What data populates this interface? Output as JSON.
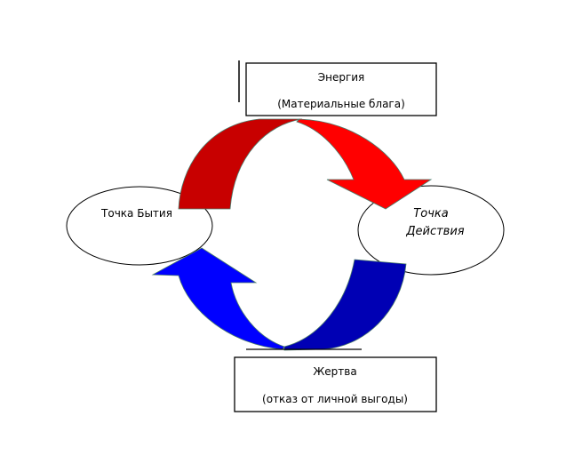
{
  "diagram": {
    "type": "cycle",
    "nodes": {
      "being_point": {
        "label": "Точка Бытия",
        "shape": "ellipse"
      },
      "action_point": {
        "label_line1": "Точка",
        "label_line2": "Действия",
        "shape": "ellipse",
        "style": "italic"
      }
    },
    "boxes": {
      "energy": {
        "title": "Энергия",
        "subtitle": "(Материальные блага)"
      },
      "sacrifice": {
        "title": "Жертва",
        "subtitle": "(отказ от личной выгоды)"
      }
    },
    "arrows": {
      "top": {
        "from": "Точка Бытия",
        "to": "Точка Действия",
        "via": "Энергия",
        "color_dark": "#c80000",
        "color_light": "#ff0000"
      },
      "bottom": {
        "from": "Точка Действия",
        "to": "Точка Бытия",
        "via": "Жертва",
        "color_dark": "#0000b4",
        "color_light": "#0000ff"
      }
    },
    "edge_color": "#4a7a6a",
    "line_color": "#000000"
  }
}
